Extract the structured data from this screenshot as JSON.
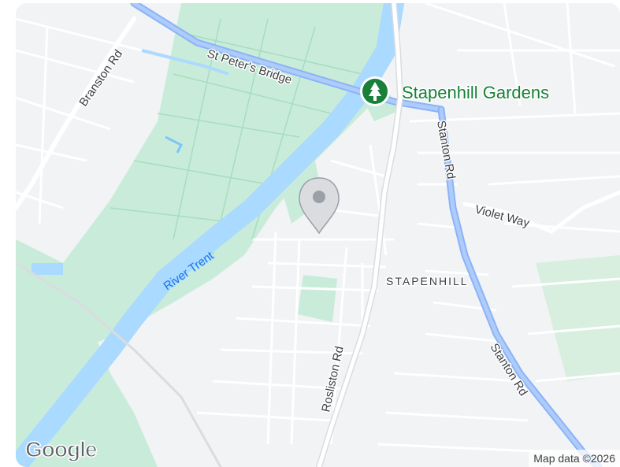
{
  "map": {
    "poi": {
      "name": "Stapenhill Gardens",
      "icon": "tree-icon",
      "color": "#188038"
    },
    "district": "STAPENHILL",
    "river": "River Trent",
    "roads": {
      "branston": "Branston Rd",
      "bridge": "St Peter's Bridge",
      "stanton_upper": "Stanton Rd",
      "stanton_lower": "Stanton Rd",
      "violet": "Violet Way",
      "rosliston": "Rosliston Rd"
    },
    "marker": {
      "icon": "location-pin-icon",
      "color": "#9aa0a6"
    },
    "colors": {
      "water": "#aadaff",
      "park": "#c8ecd9",
      "land": "#f1f3f4",
      "major_road": "#8ab4f8"
    }
  },
  "branding": {
    "logo": "Google",
    "attribution": "Map data ©2026"
  }
}
